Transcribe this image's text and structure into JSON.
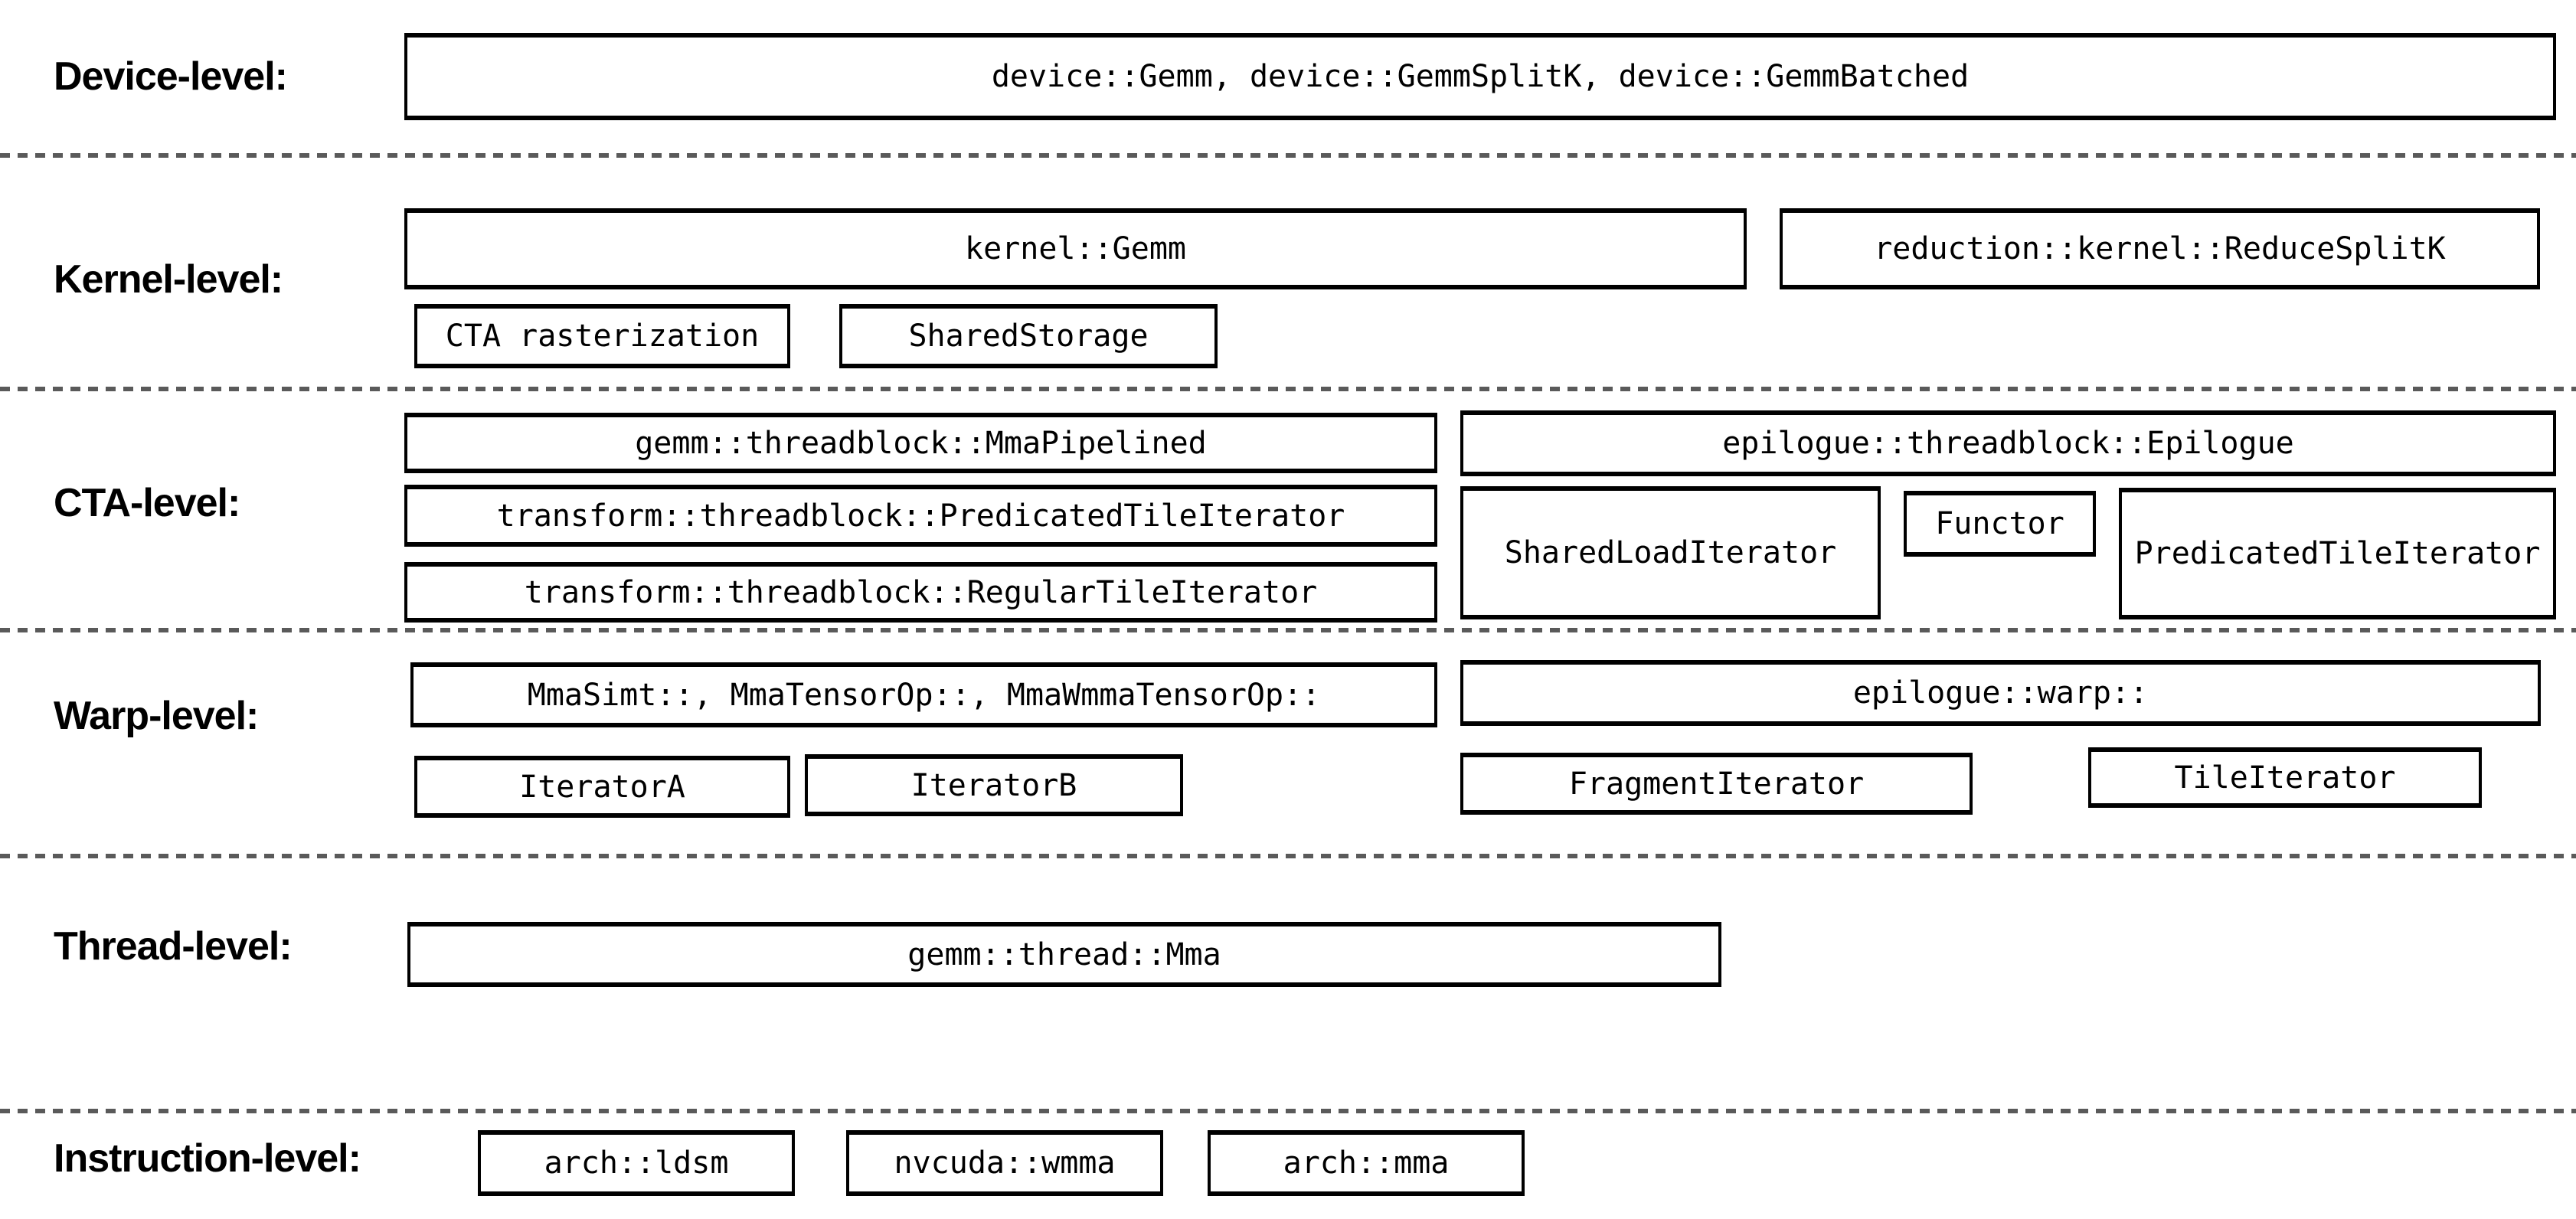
{
  "colors": {
    "background": "#ffffff",
    "box_border": "#000000",
    "text": "#000000",
    "separator_dash": "#5a5a5a"
  },
  "levels": {
    "device": {
      "label": "Device-level:",
      "gemm_box": "device::Gemm, device::GemmSplitK, device::GemmBatched"
    },
    "kernel": {
      "label": "Kernel-level:",
      "gemm_box": "kernel::Gemm",
      "reduce_box": "reduction::kernel::ReduceSplitK",
      "cta_rasterization_box": "CTA rasterization",
      "shared_storage_box": "SharedStorage"
    },
    "cta": {
      "label": "CTA-level:",
      "mma_pipelined_box": "gemm::threadblock::MmaPipelined",
      "predicated_tile_iterator_box": "transform::threadblock::PredicatedTileIterator",
      "regular_tile_iterator_box": "transform::threadblock::RegularTileIterator",
      "epilogue_box": "epilogue::threadblock::Epilogue",
      "shared_load_iterator_box": "SharedLoadIterator",
      "functor_box": "Functor",
      "epilogue_predicated_tile_iterator_box": "PredicatedTileIterator"
    },
    "warp": {
      "label": "Warp-level:",
      "mma_box": "MmaSimt::, MmaTensorOp::, MmaWmmaTensorOp::",
      "epilogue_warp_box": "epilogue::warp::",
      "iterator_a_box": "IteratorA",
      "iterator_b_box": "IteratorB",
      "fragment_iterator_box": "FragmentIterator",
      "tile_iterator_box": "TileIterator"
    },
    "thread": {
      "label": "Thread-level:",
      "mma_box": "gemm::thread::Mma"
    },
    "instruction": {
      "label": "Instruction-level:",
      "ldsm_box": "arch::ldsm",
      "wmma_box": "nvcuda::wmma",
      "mma_box": "arch::mma"
    }
  }
}
